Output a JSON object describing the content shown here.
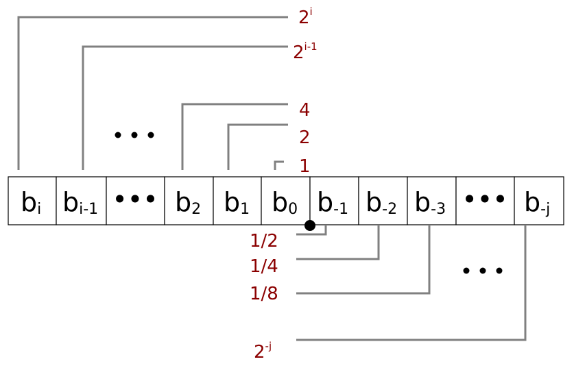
{
  "colors": {
    "weight": "#8b0000",
    "leader": "#808080",
    "cell_border": "#000000"
  },
  "bits": [
    {
      "base": "b",
      "sub": "i"
    },
    {
      "base": "b",
      "sub": "i-1"
    },
    {
      "base": "•••",
      "sub": ""
    },
    {
      "base": "b",
      "sub": "2"
    },
    {
      "base": "b",
      "sub": "1"
    },
    {
      "base": "b",
      "sub": "0"
    },
    {
      "base": "b",
      "sub": "-1"
    },
    {
      "base": "b",
      "sub": "-2"
    },
    {
      "base": "b",
      "sub": "-3"
    },
    {
      "base": "•••",
      "sub": ""
    },
    {
      "base": "b",
      "sub": "-j"
    }
  ],
  "weights_upper": [
    {
      "base": "2",
      "sup": "i"
    },
    {
      "base": "2",
      "sup": "i-1"
    },
    {
      "base": "4",
      "sup": ""
    },
    {
      "base": "2",
      "sup": ""
    },
    {
      "base": "1",
      "sup": ""
    }
  ],
  "weights_lower": [
    {
      "base": "1/2",
      "sup": ""
    },
    {
      "base": "1/4",
      "sup": ""
    },
    {
      "base": "1/8",
      "sup": ""
    },
    {
      "base": "2",
      "sup": "-j"
    }
  ]
}
